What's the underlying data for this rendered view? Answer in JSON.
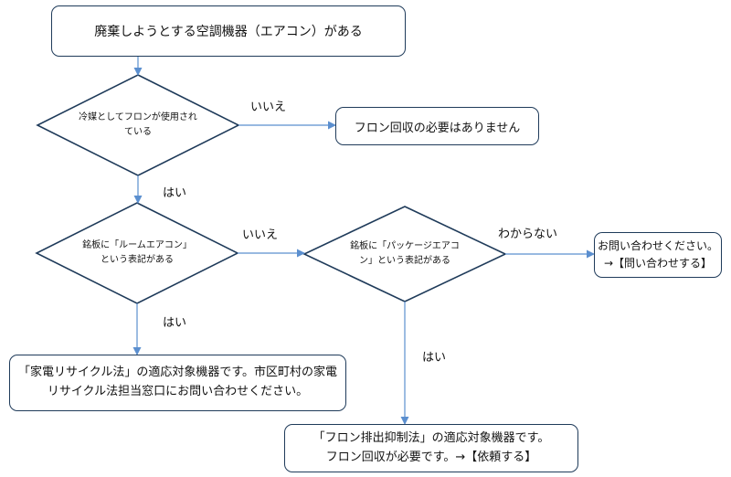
{
  "start": "廃棄しようとする空調機器（エアコン）がある",
  "decision1": "冷媒としてフロンが使用され\nている",
  "no_recovery": "フロン回収の必要はありません",
  "decision2": "銘板に「ルームエアコン」\nという表記がある",
  "decision3": "銘板に「パッケージエアコ\nン」という表記がある",
  "home_appliance": "「家電リサイクル法」の適応対象機器です。市区町村の家電\nリサイクル法担当窓口にお問い合わせください。",
  "contact": "お問い合わせください。\n→【問い合わせする】",
  "freon_law": "「フロン排出抑制法」の適応対象機器です。\nフロン回収が必要です。→【依頼する】",
  "labels": {
    "d1_no": "いいえ",
    "d1_yes": "はい",
    "d2_no": "いいえ",
    "d2_yes": "はい",
    "d3_unknown": "わからない",
    "d3_yes": "はい"
  },
  "colors": {
    "box_border": "#1f3b5a",
    "connector": "#5b8fcf"
  }
}
